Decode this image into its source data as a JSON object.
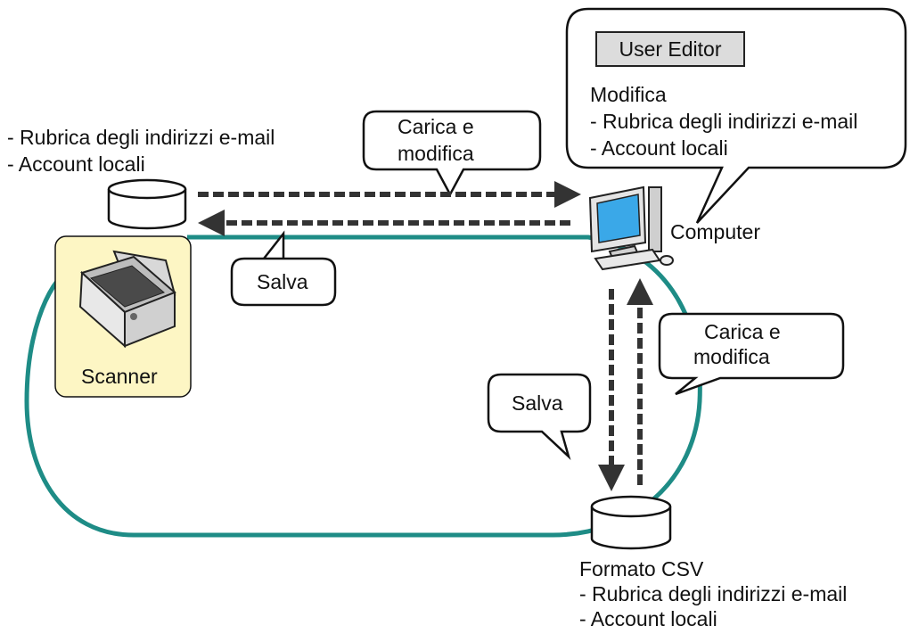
{
  "computer_callout": {
    "tool_label": "User Editor",
    "heading": "Modifica",
    "items": [
      "- Rubrica degli indirizzi e-mail",
      "- Account locali"
    ]
  },
  "scanner_store": {
    "items": [
      "- Rubrica degli indirizzi e-mail",
      "- Account locali"
    ]
  },
  "bubbles": {
    "load_edit_top": [
      "Carica e",
      "modifica"
    ],
    "save_top": "Salva",
    "load_edit_right": [
      "Carica e",
      "modifica"
    ],
    "save_right": "Salva"
  },
  "devices": {
    "scanner": "Scanner",
    "computer": "Computer"
  },
  "csv_store": {
    "heading": "Formato CSV",
    "items": [
      "- Rubrica degli indirizzi e-mail",
      "- Account locali"
    ]
  },
  "colors": {
    "loop": "#1e8c86",
    "scanner_bg": "#fdf6c4",
    "arrow": "#333333",
    "monitor_screen": "#3aa8e8"
  }
}
